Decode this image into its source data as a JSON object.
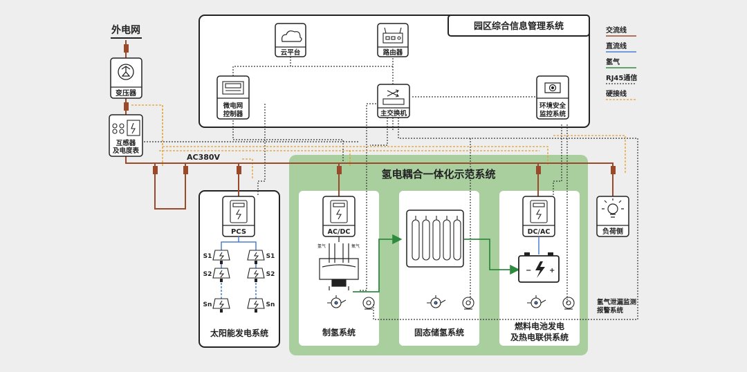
{
  "title": "园区综合信息管理系统",
  "external_grid": "外电网",
  "transformer": "变压器",
  "meter": [
    "互感器",
    "及电度表"
  ],
  "bus_label": "AC380V",
  "cloud": "云平台",
  "router": "路由器",
  "microgrid_controller": [
    "微电网",
    "控制器"
  ],
  "main_switch": "主交换机",
  "env_monitor": [
    "环境安全",
    "监控系统"
  ],
  "legend": {
    "ac": "交流线",
    "dc": "直流线",
    "h2": "氢气",
    "rj45": "RJ45通信",
    "hard": "硬接线"
  },
  "colors": {
    "ac": "#9a4a2a",
    "dc": "#4a7fd0",
    "h2": "#2e8b3e",
    "rj45": "#333333",
    "hard": "#e0a030",
    "panel_green": "#8fbf8a"
  },
  "demo_title": "氢电耦合一体化示范系统",
  "solar": {
    "pcs": "PCS",
    "strings": [
      "S1",
      "S2",
      "Sn"
    ],
    "label": "太阳能发电系统"
  },
  "h2prod": {
    "conv": "AC/DC",
    "h2": "氢气",
    "o2": "氧气",
    "label": "制氢系统"
  },
  "storage_label": "固态储氢系统",
  "fuelcell": {
    "conv": "DC/AC",
    "label": [
      "燃料电池发电",
      "及热电联供系统"
    ]
  },
  "load": "负荷侧",
  "leak_monitor": [
    "氢气泄漏监测",
    "报警系统"
  ]
}
